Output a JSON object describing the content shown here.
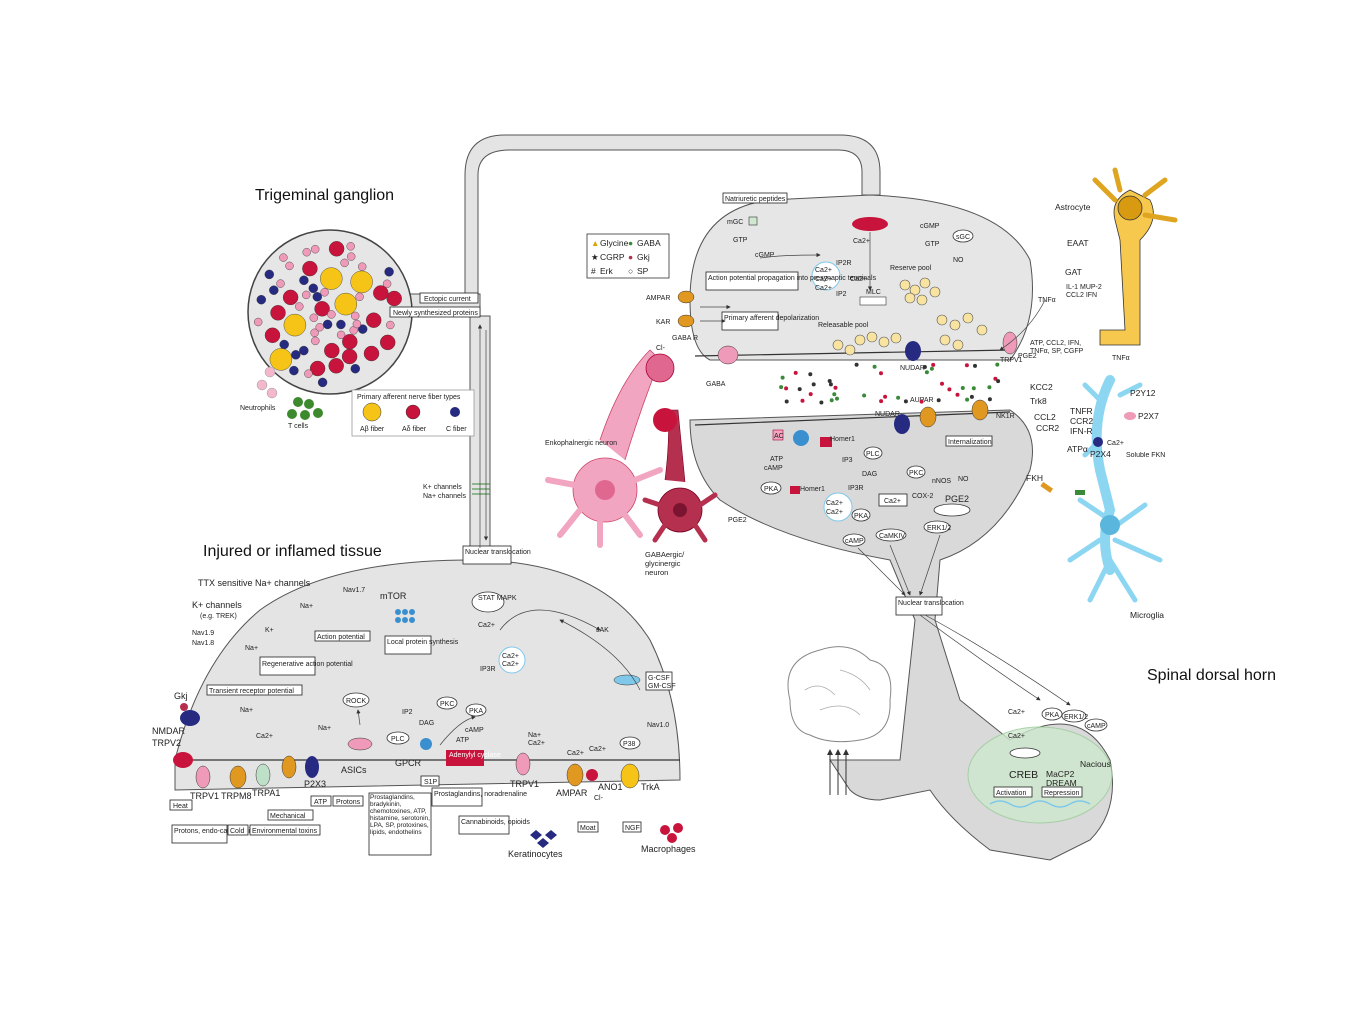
{
  "titles": {
    "tg": "Trigeminal ganglion",
    "tissue": "Injured or inflamed tissue",
    "sdh": "Spinal dorsal horn"
  },
  "ganglion": {
    "ectopic": "Ectopic current",
    "newly": "Newly synthesized proteins",
    "neutrophils": "Neutrophils",
    "tcells": "T cells",
    "fiber_types_title": "Primary afferent nerve fiber types",
    "fibers": [
      "Aβ fiber",
      "Aδ fiber",
      "C fiber"
    ],
    "kchan": "K+ channels",
    "nachan": "Na+ channels"
  },
  "tissue": {
    "nuclear": "Nuclear translocation",
    "ttx": "TTX sensitive Na+ channels",
    "nav17": "Nav1.7",
    "kchannels": "K+ channels",
    "trek": "(e.g. TREK)",
    "kplus": "K+",
    "naplus": "Na+",
    "nav18": "Nav1.8",
    "nav19": "Nav1.9",
    "regen": "Regenerative action potential",
    "ap": "Action potential",
    "mtor": "mTOR",
    "lps": "Local protein synthesis",
    "trp": "Transient receptor potential",
    "rock": "ROCK",
    "stat": "STAT MAPK",
    "ca2": "Ca2+",
    "ip3r": "IP3R",
    "jak": "JAK",
    "gcsf": "G-CSF",
    "gmcsf": "GM-CSF",
    "gkj": "Gkj",
    "nmdar": "NMDAR",
    "trpv2": "TRPV2",
    "trpv1": "TRPV1",
    "trpm8": "TRPM8",
    "trpa1": "TRPA1",
    "p2x3": "P2X3",
    "asics": "ASICs",
    "gpcr": "GPCR",
    "plc": "PLC",
    "ip2": "IP2",
    "dag": "DAG",
    "pkc": "PKC",
    "pka": "PKA",
    "camp": "cAMP",
    "atp": "ATP",
    "adenylyl": "Adenylyl cyclase",
    "s1p": "S1P",
    "ampar": "AMPAR",
    "ano1": "ANO1",
    "trka": "TrkA",
    "p38": "P38",
    "nav10": "Nav1.0",
    "cl": "Cl-",
    "heat": "Heat",
    "protons_endo": "Protons, endo-canabinoids",
    "cold": "Cold",
    "mechanical": "Mechanical",
    "env": "Environmental toxins",
    "atp_box": "ATP",
    "protons": "Protons",
    "prostaglandins_list": "Prostaglandins, bradykinin, chemotoxines, ATP, histamine, serotonin, LPA, SP, protoxines, lipids, endothelins",
    "prost_nor": "Prostaglandins, noradrenaline",
    "cannab": "Cannabinoids, opioids",
    "moat": "Moat",
    "ngf": "NGF",
    "keratinocytes": "Keratinocytes",
    "macrophages": "Macrophages"
  },
  "synapse": {
    "natriuretic": "Natriuretic peptides",
    "mgc": "mGC",
    "gtp": "GTP",
    "cgmp": "cGMP",
    "sgc": "sGC",
    "no": "NO",
    "ip2r": "IP2R",
    "ip2": "IP2",
    "mlc": "MLC",
    "reserve": "Reserve pool",
    "releasable": "Releasable pool",
    "ap_prop": "Action potential propagation into presynaptic terminals",
    "paf_depol": "Primary afferent depolarization",
    "ampar": "AMPAR",
    "kar": "KAR",
    "gaba_r": "GABA R",
    "gaba": "GABA",
    "nudar": "NUDAR",
    "aupar": "AUPAR",
    "internal": "Internalization",
    "nk1r": "NK1R",
    "trpv1": "TRPV1",
    "pge2": "PGE2",
    "ac": "AC",
    "homer": "Homer1",
    "plc": "PLC",
    "pkc": "PKC",
    "dag": "DAG",
    "ip3r": "IP3R",
    "ip3": "IP3",
    "nnos": "nNOS",
    "cox2": "COX-2",
    "erk": "ERK1/2",
    "camkiv": "CaMKIV",
    "nuclear": "Nuclear translocation",
    "legend": [
      {
        "sym": "▲",
        "text": "Glycine"
      },
      {
        "sym": "●",
        "text": "GABA"
      },
      {
        "sym": "★",
        "text": "CGRP"
      },
      {
        "sym": "●",
        "text": "Gkj"
      },
      {
        "sym": "#",
        "text": "Erk"
      },
      {
        "sym": "○",
        "text": "SP"
      }
    ],
    "enk": "Enkophalnergic neuron",
    "gaba_gly": "GABAergic/ glycinergic neuron"
  },
  "glia": {
    "astro": "Astrocyte",
    "eaat": "EAAT",
    "gat": "GAT",
    "cytokines": "IL-1 MUP-2 CCL2 IFN",
    "tnfa": "TNFα",
    "atp_list": "ATP, CCL2, IFN, TNFα, SP, CGFP",
    "kcc2": "KCC2",
    "trk8": "Trk8",
    "ccl2": "CCL2",
    "ccr2": "CCR2",
    "tnfr": "TNFR",
    "ifnr": "IFN-R",
    "atpa": "ATPα",
    "p2y12": "P2Y12",
    "p2x7": "P2X7",
    "p2x4": "P2X4",
    "fkh": "FKH",
    "soluble": "Soluble FKN",
    "microglia": "Microglia"
  },
  "dorsal": {
    "pka": "PKA",
    "erk": "ERK1/2",
    "camp": "cAMP",
    "creb": "CREB",
    "nacious": "Nacious",
    "macp": "MaCP2",
    "dream": "DREAM",
    "activation": "Activation",
    "repression": "Repression"
  },
  "colors": {
    "cell": "#e8e8e8",
    "ab": "#f6c416",
    "ad": "#c8143c",
    "c": "#262a80",
    "pink": "#ef9ab8",
    "astro": "#f6c94e",
    "microglia": "#8dd6f2"
  }
}
